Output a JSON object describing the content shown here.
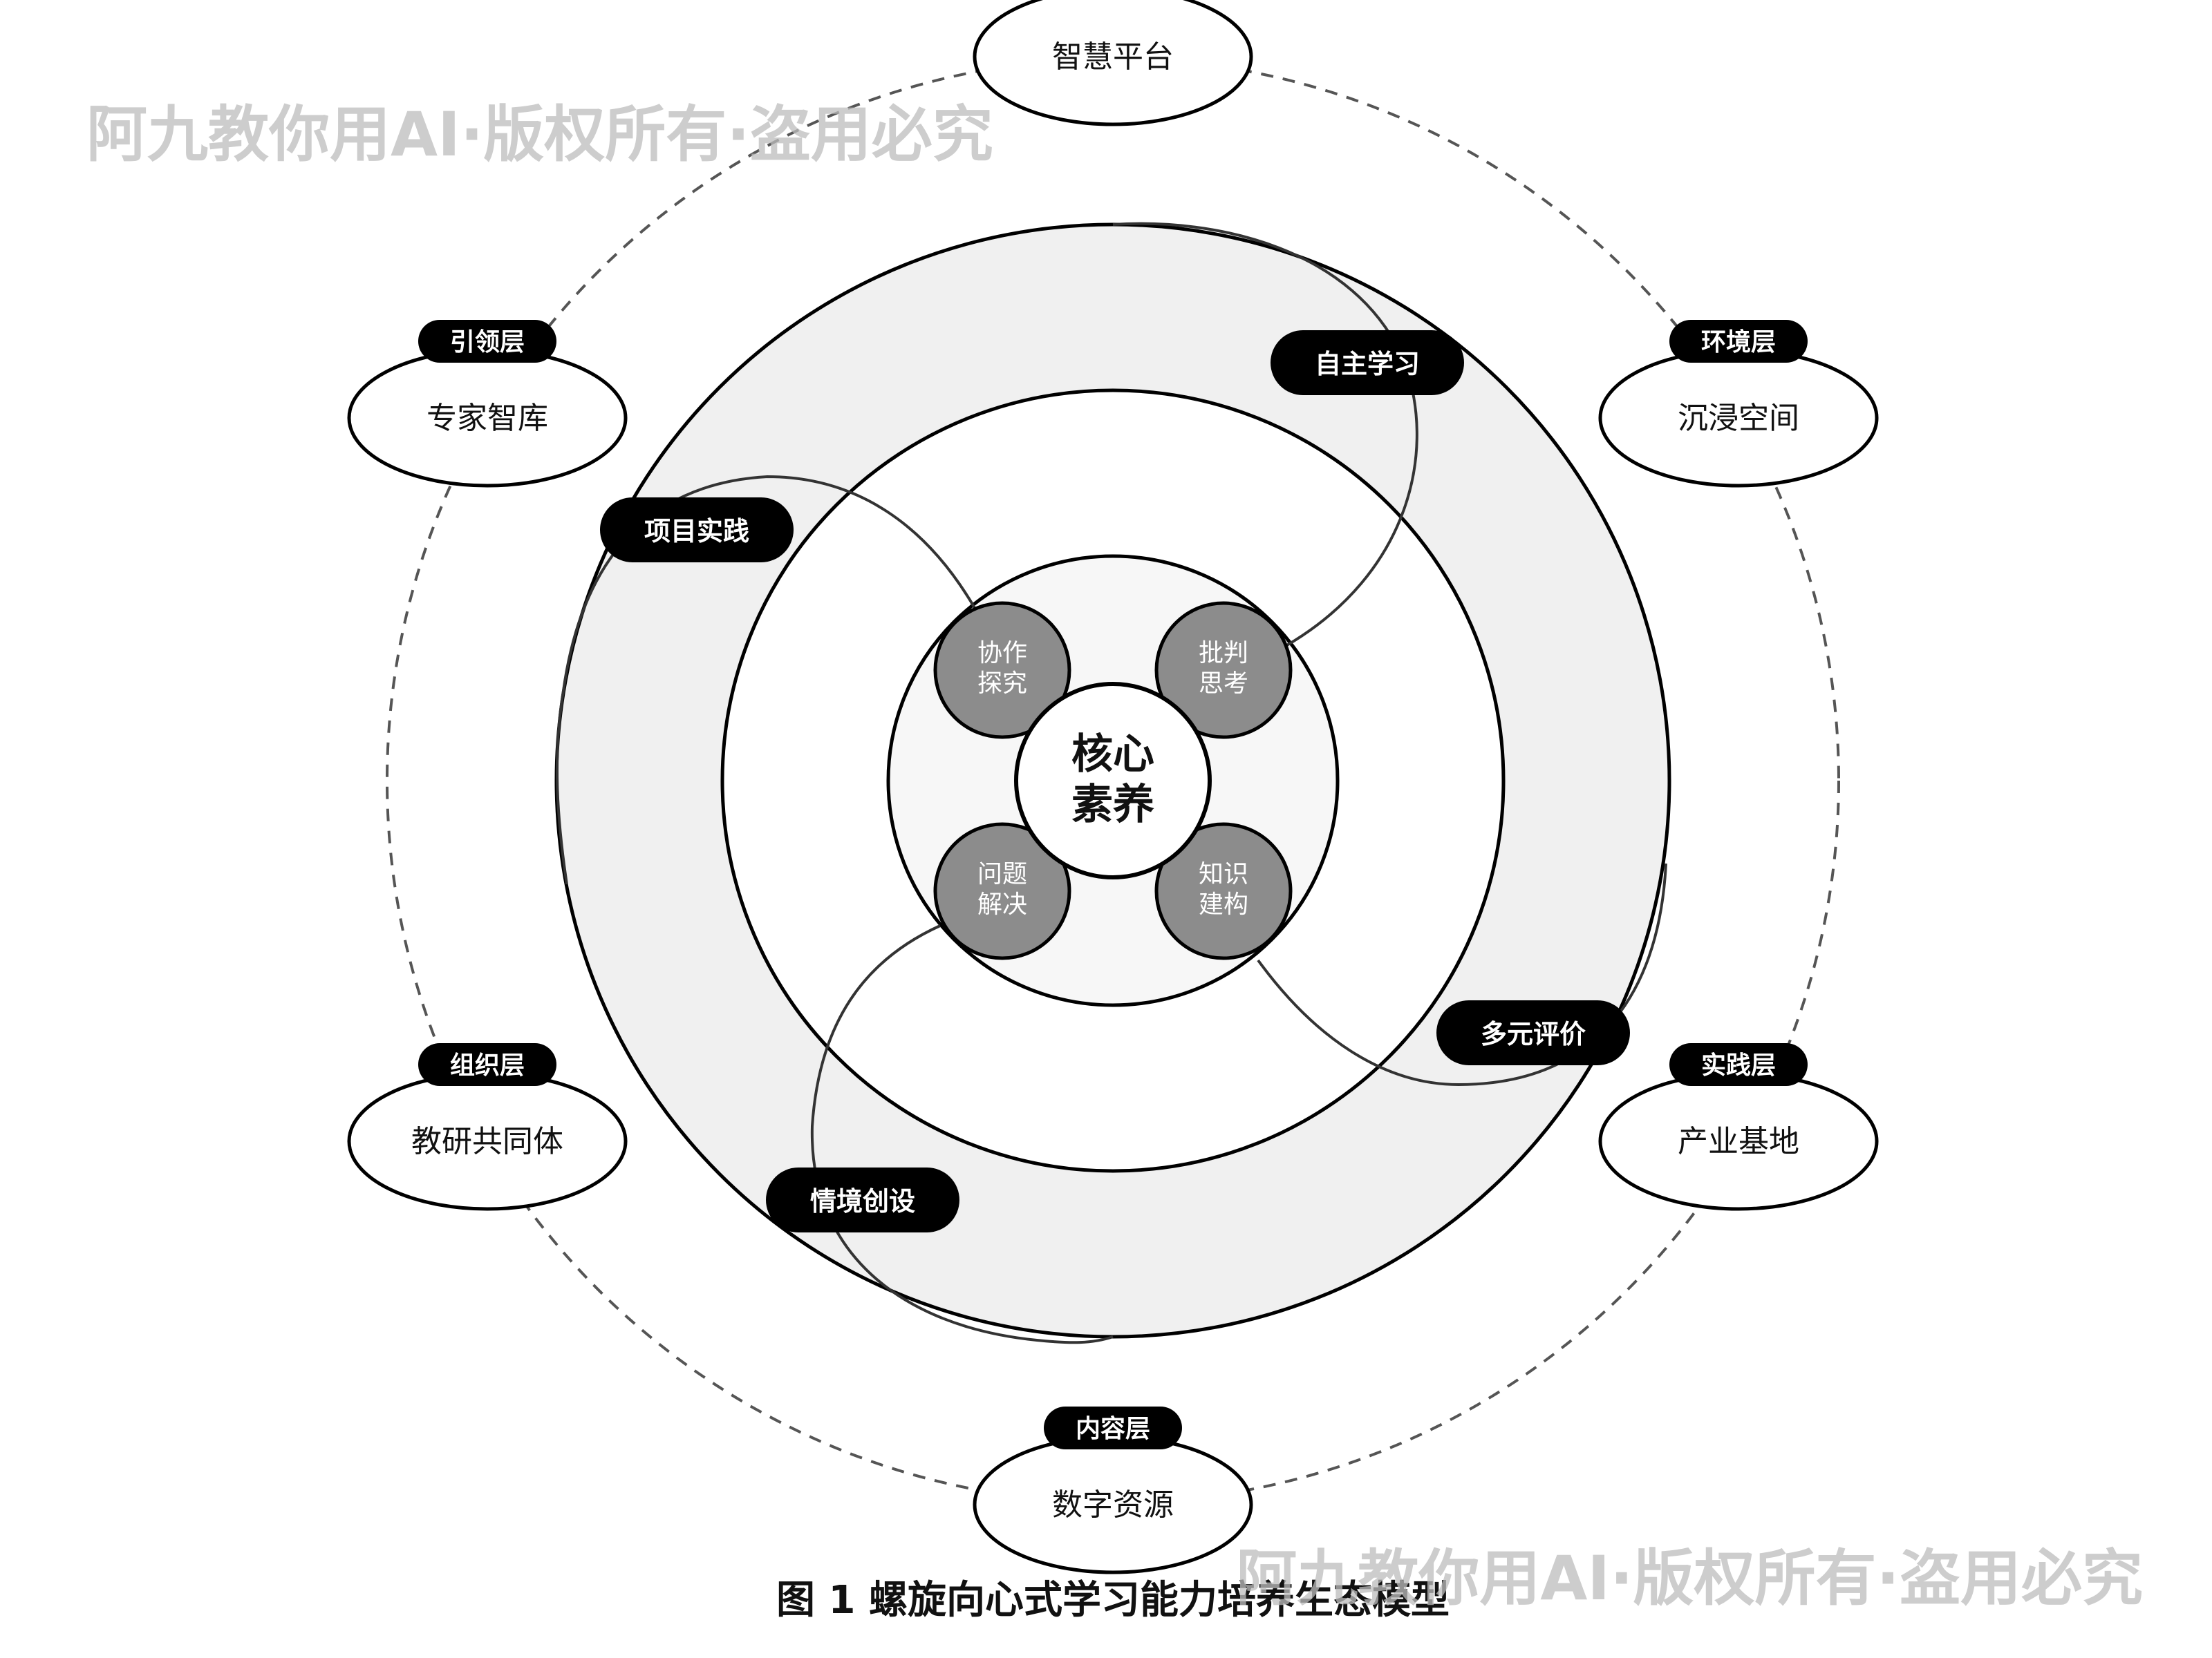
{
  "outer_nodes": {
    "top": {
      "label": "智慧平台"
    },
    "top_left": {
      "tag": "引领层",
      "label": "专家智库"
    },
    "top_right": {
      "tag": "环境层",
      "label": "沉浸空间"
    },
    "bottom_left": {
      "tag": "组织层",
      "label": "教研共同体"
    },
    "bottom_right": {
      "tag": "实践层",
      "label": "产业基地"
    },
    "bottom": {
      "tag": "内容层",
      "label": "数字资源"
    }
  },
  "spiral_labels": {
    "self_learning": "自主学习",
    "project_practice": "项目实践",
    "multi_evaluation": "多元评价",
    "situation_creation": "情境创设"
  },
  "petals": {
    "collab": {
      "line1": "协作",
      "line2": "探究"
    },
    "critical": {
      "line1": "批判",
      "line2": "思考"
    },
    "problem": {
      "line1": "问题",
      "line2": "解决"
    },
    "knowledge": {
      "line1": "知识",
      "line2": "建构"
    }
  },
  "core": {
    "line1": "核心",
    "line2": "素养"
  },
  "caption": "图 1 螺旋向心式学习能力培养生态模型",
  "watermarks": {
    "top": "阿九教你用AI·版权所有·盗用必究",
    "bottom": "阿九教你用AI·版权所有·盗用必究"
  },
  "colors": {
    "ring_fill": "#f0f0f0",
    "petal_fill": "#8c8c8c",
    "pill_fill": "#000000",
    "inner_fill": "#f7f7f7",
    "stroke": "#000000"
  }
}
